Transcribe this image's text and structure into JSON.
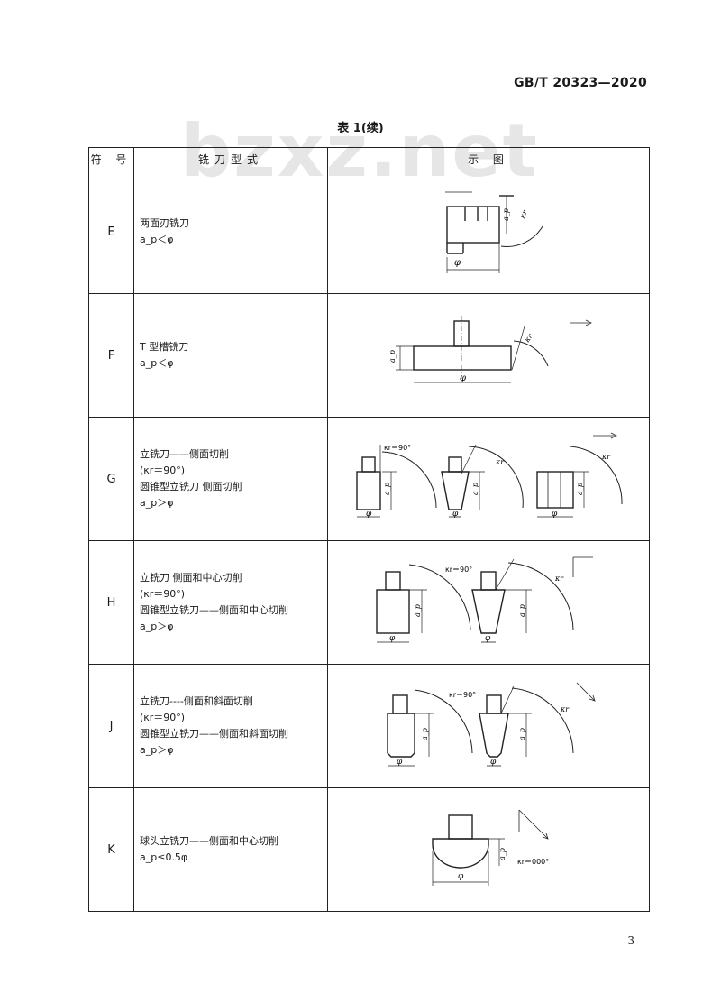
{
  "header": {
    "standard_number": "GB/T 20323—2020"
  },
  "watermark": "bzxz.net",
  "table": {
    "caption": "表 1(续)",
    "headers": [
      "符 号",
      "铣刀型式",
      "示 图"
    ],
    "rows": [
      {
        "symbol": "E",
        "lines": [
          "两面刃铣刀",
          "a_p＜φ"
        ]
      },
      {
        "symbol": "F",
        "lines": [
          "T 型槽铣刀",
          "a_p＜φ"
        ]
      },
      {
        "symbol": "G",
        "lines": [
          "立铣刀——侧面切削",
          "(κr＝90°)",
          "圆锥型立铣刀   侧面切削",
          "a_p＞φ"
        ]
      },
      {
        "symbol": "H",
        "lines": [
          "立铣刀    侧面和中心切削",
          "(κr＝90°)",
          "圆锥型立铣刀——侧面和中心切削",
          "a_p＞φ"
        ]
      },
      {
        "symbol": "J",
        "lines": [
          "立铣刀----侧面和斜面切削",
          "(κr＝90°)",
          "圆锥型立铣刀——侧面和斜面切削",
          "a_p＞φ"
        ]
      },
      {
        "symbol": "K",
        "lines": [
          "球头立铣刀——侧面和中心切削",
          "a_p≤0.5φ"
        ]
      }
    ]
  },
  "figure_labels": {
    "phi": "φ",
    "ap": "a_p",
    "kr": "κr",
    "kr90": "κr＝90°",
    "kr000": "κr＝000°"
  },
  "page_number": "3"
}
